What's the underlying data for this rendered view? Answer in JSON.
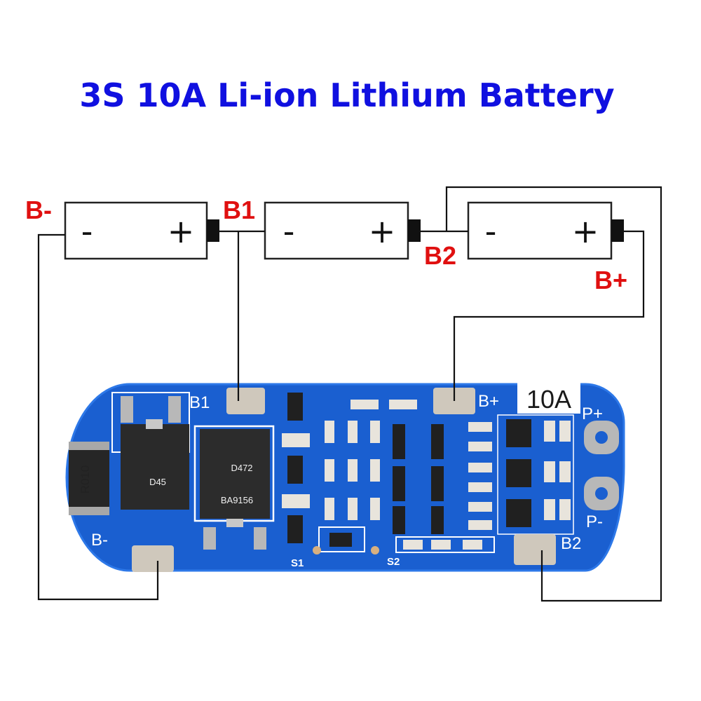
{
  "title": "3S 10A Li-ion Lithium Battery",
  "colors": {
    "title": "#1010e0",
    "label_red": "#e01010",
    "pcb_blue": "#1a5fd0",
    "pcb_trace": "#2d78e8",
    "pad": "#cfc8bc",
    "wire": "#111111"
  },
  "battery_labels": {
    "b_minus": "B-",
    "b1": "B1",
    "b2": "B2",
    "b_plus": "B+"
  },
  "cell_signs": {
    "negative": "-",
    "positive": "+"
  },
  "board": {
    "current_badge": "10A",
    "pad_b1": "B1",
    "pad_b_plus": "B+",
    "pad_b_minus": "B-",
    "pad_b2": "B2",
    "out_p_plus": "P+",
    "out_p_minus": "P-",
    "s1": "S1",
    "s2": "S2",
    "shunt": "R010",
    "mosfet_1": "D45",
    "mosfet_2_line1": "D472",
    "mosfet_2_line2": "BA9156"
  }
}
